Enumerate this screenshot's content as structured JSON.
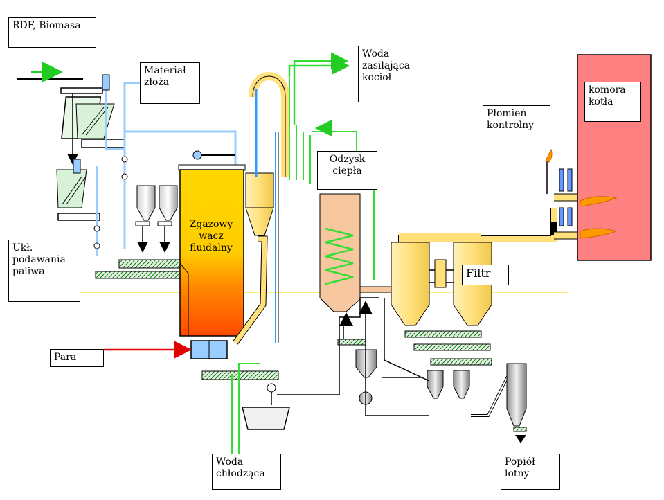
{
  "labels": {
    "feed_material": "RDF, Biomasa",
    "bed_material": "Materiał\nzłoża",
    "fuel_feed_system": "Ukł.\npodawania\npaliwa",
    "steam": "Para",
    "cooling_water": "Woda\nchłodząca",
    "boiler_feed_water": "Woda\nzasilająca\nkocioł",
    "heat_recovery": "Odzysk\nciepła",
    "gasifier": "Zgazowy\nwacz\nfluidalny",
    "pilot_flame": "Płomień\nkontrolny",
    "boiler_chamber": "komora\nkotła",
    "filter": "Filtr",
    "fly_ash": "Popiół\nlotny"
  },
  "colors": {
    "steam_line": "#e00000",
    "water_line": "#33dd33",
    "air_line": "#99ccff",
    "gas_pipe": "#ffe07a",
    "gasifier_top": "#ffd800",
    "gasifier_bottom": "#ff5a00",
    "heat_recovery_unit": "#f7c7a0",
    "boiler": "#ff8080",
    "flame": "#ff9900"
  },
  "icons": [
    "feed-arrow-icon",
    "flame-icon",
    "valve-icon",
    "pump-icon",
    "ash-outlet-arrow-icon"
  ]
}
